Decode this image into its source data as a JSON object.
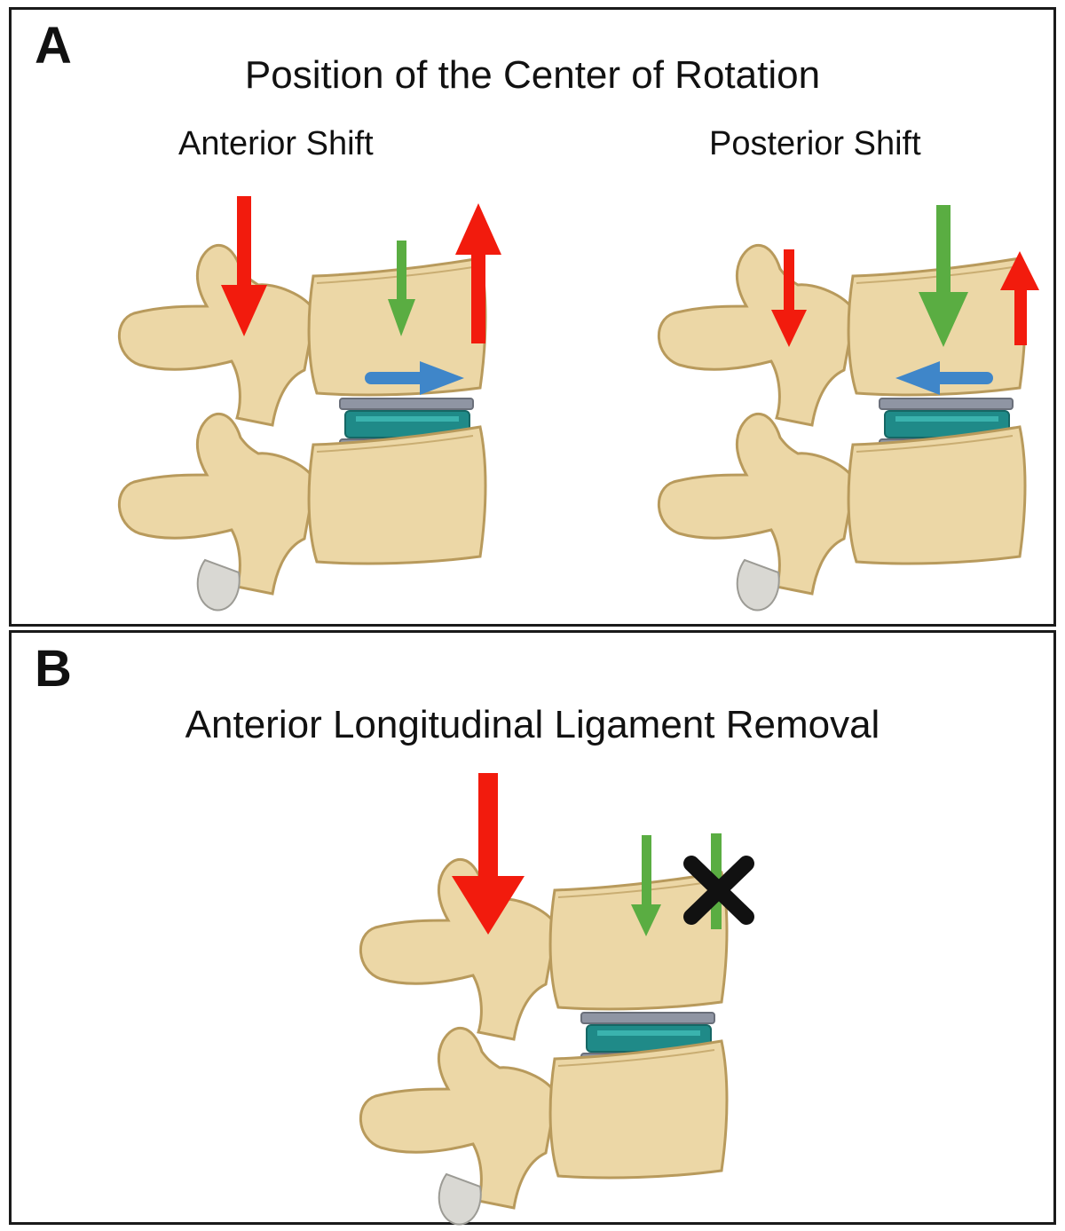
{
  "panel_a": {
    "letter": "A",
    "title": "Position of the Center of Rotation",
    "left_label": "Anterior Shift",
    "right_label": "Posterior Shift"
  },
  "panel_b": {
    "letter": "B",
    "title": "Anterior Longitudinal Ligament Removal"
  },
  "colors": {
    "bone": "#ecd7a6",
    "bone_outline": "#b89a5c",
    "implant_core": "#1f8a88",
    "endplate": "#8f95a3",
    "arrow_red": "#f21b0d",
    "arrow_green": "#5aad42",
    "arrow_blue": "#3f86c9",
    "cross": "#111111"
  }
}
